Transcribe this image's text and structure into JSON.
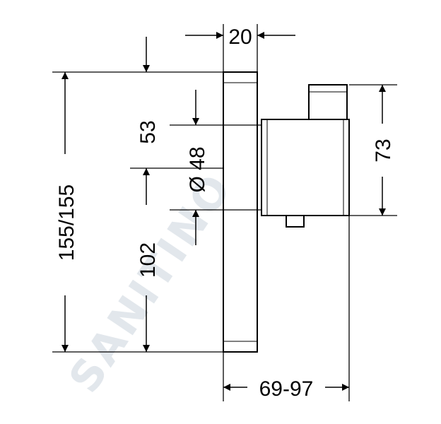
{
  "drawing": {
    "watermark": "SANITINO",
    "dimensions": {
      "depth_plate": "20",
      "total_height": "155/155",
      "upper_offset": "53",
      "diameter": "Ø 48",
      "lower_offset": "102",
      "body_height": "73",
      "projection": "69-97"
    }
  }
}
